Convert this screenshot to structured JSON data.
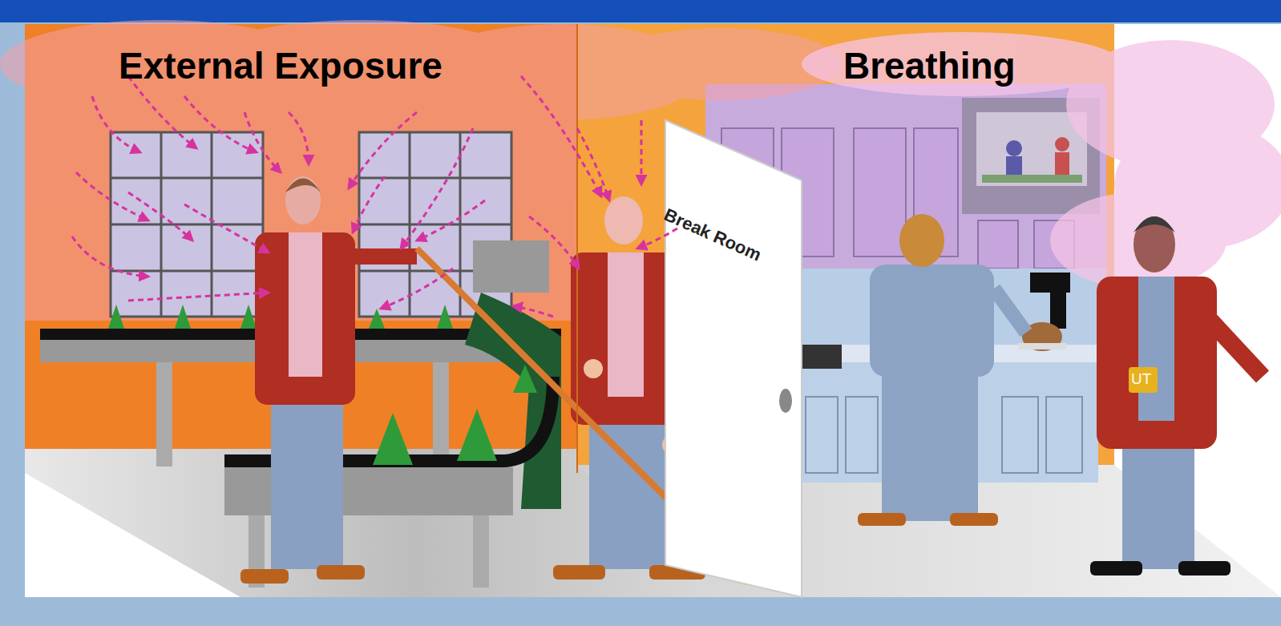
{
  "diagram": {
    "labels": [
      "External Exposure",
      "Breathing",
      "Break Room",
      "UT"
    ]
  }
}
